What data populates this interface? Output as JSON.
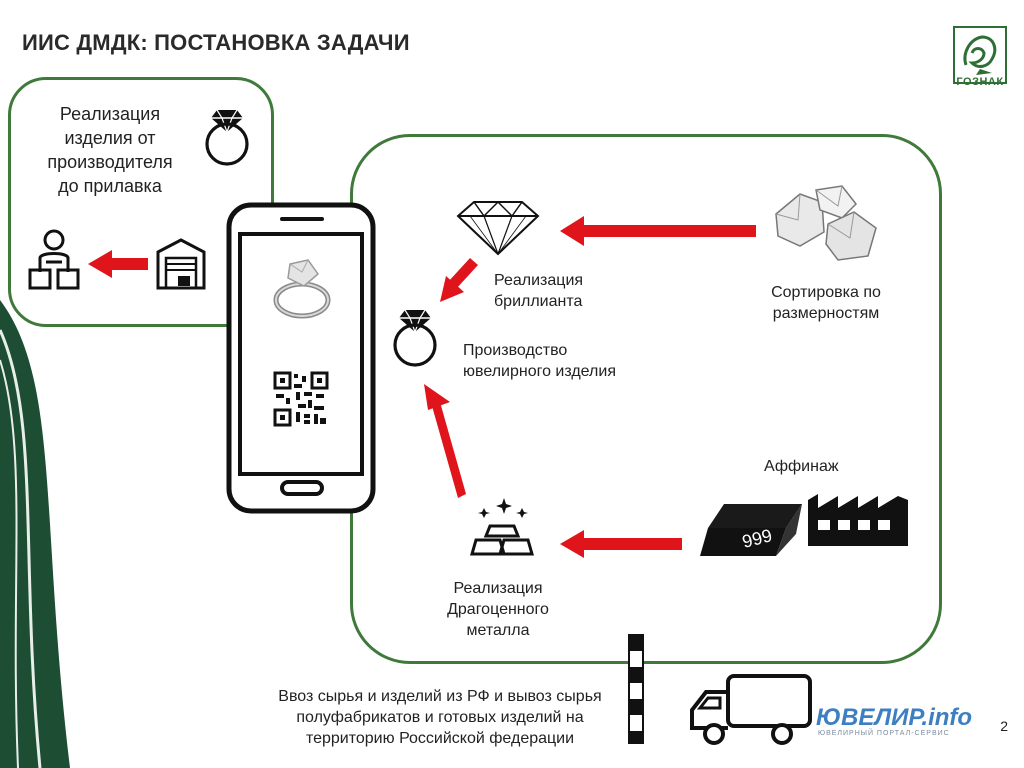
{
  "title": "ИИС ДМДК: ПОСТАНОВКА ЗАДАЧИ",
  "logo": {
    "text": "ГОЗНАК",
    "color": "#2f6f35"
  },
  "colors": {
    "frame": "#3f7a3a",
    "arrow": "#e0151b",
    "band": "#1d4d33"
  },
  "left_panel": {
    "label": "Реализация изделия от производителя до прилавка",
    "label_lines": [
      "Реализация",
      "изделия от",
      "производителя",
      "до прилавка"
    ],
    "icons": [
      "ring-icon",
      "courier-icon",
      "warehouse-icon"
    ]
  },
  "phone": {
    "icons": [
      "ring-photo-icon",
      "qr-code-icon"
    ]
  },
  "main_panel": {
    "diamond_sale": {
      "lines": [
        "Реализация",
        "бриллианта"
      ]
    },
    "sorting": {
      "lines": [
        "Сортировка по",
        "размерностям"
      ]
    },
    "jewelry_production": {
      "lines": [
        "Производство",
        "ювелирного изделия"
      ]
    },
    "refining": {
      "label": "Аффинаж",
      "bar_marking": "999"
    },
    "metal_sale": {
      "lines": [
        "Реализация",
        "Драгоценного",
        "металла"
      ]
    }
  },
  "footer": {
    "lines": [
      "Ввоз сырья и изделий из РФ и вывоз сырья",
      "полуфабрикатов и готовых изделий на",
      "территорию Российской федерации"
    ]
  },
  "watermark": {
    "main": "ЮВЕЛИР.info",
    "sub": "ЮВЕЛИРНЫЙ ПОРТАЛ-СЕРВИС"
  },
  "page_number": "2"
}
